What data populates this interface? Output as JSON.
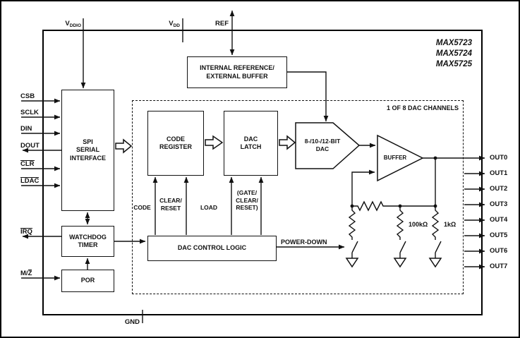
{
  "diagram": {
    "part_numbers": [
      "MAX5723",
      "MAX5724",
      "MAX5725"
    ],
    "power_pins": {
      "vddio": {
        "base": "V",
        "sub": "DDIO"
      },
      "vdd": {
        "base": "V",
        "sub": "DD"
      },
      "ref": "REF",
      "gnd": "GND"
    },
    "left_pins": {
      "csb": "CSB",
      "sclk": "SCLK",
      "din": "DIN",
      "dout": "DOUT",
      "clr": "CLR",
      "ldac": "LDAC",
      "irq": "IRQ",
      "mz": {
        "prefix": "M/",
        "overlined": "Z"
      }
    },
    "right_pins": [
      "OUT0",
      "OUT1",
      "OUT2",
      "OUT3",
      "OUT4",
      "OUT5",
      "OUT6",
      "OUT7"
    ],
    "blocks": {
      "spi": {
        "l1": "SPI",
        "l2": "SERIAL",
        "l3": "INTERFACE"
      },
      "watchdog": {
        "l1": "WATCHDOG",
        "l2": "TIMER"
      },
      "por": "POR",
      "int_ref": {
        "l1": "INTERNAL REFERENCE/",
        "l2": "EXTERNAL BUFFER"
      },
      "code_register": {
        "l1": "CODE",
        "l2": "REGISTER"
      },
      "dac_latch": {
        "l1": "DAC",
        "l2": "LATCH"
      },
      "dac": {
        "l1": "8-/10-/12-BIT",
        "l2": "DAC"
      },
      "buffer": "BUFFER",
      "control_logic": "DAC CONTROL LOGIC"
    },
    "signals": {
      "code": "CODE",
      "clear_reset": {
        "l1": "CLEAR/",
        "l2": "RESET"
      },
      "load": "LOAD",
      "gate_clear_reset": {
        "l1": "(GATE/",
        "l2": "CLEAR/",
        "l3": "RESET)"
      },
      "power_down": "POWER-DOWN"
    },
    "channel_note": "1 OF 8 DAC CHANNELS",
    "resistors": {
      "r_100k": "100kΩ",
      "r_1k": "1kΩ"
    }
  }
}
